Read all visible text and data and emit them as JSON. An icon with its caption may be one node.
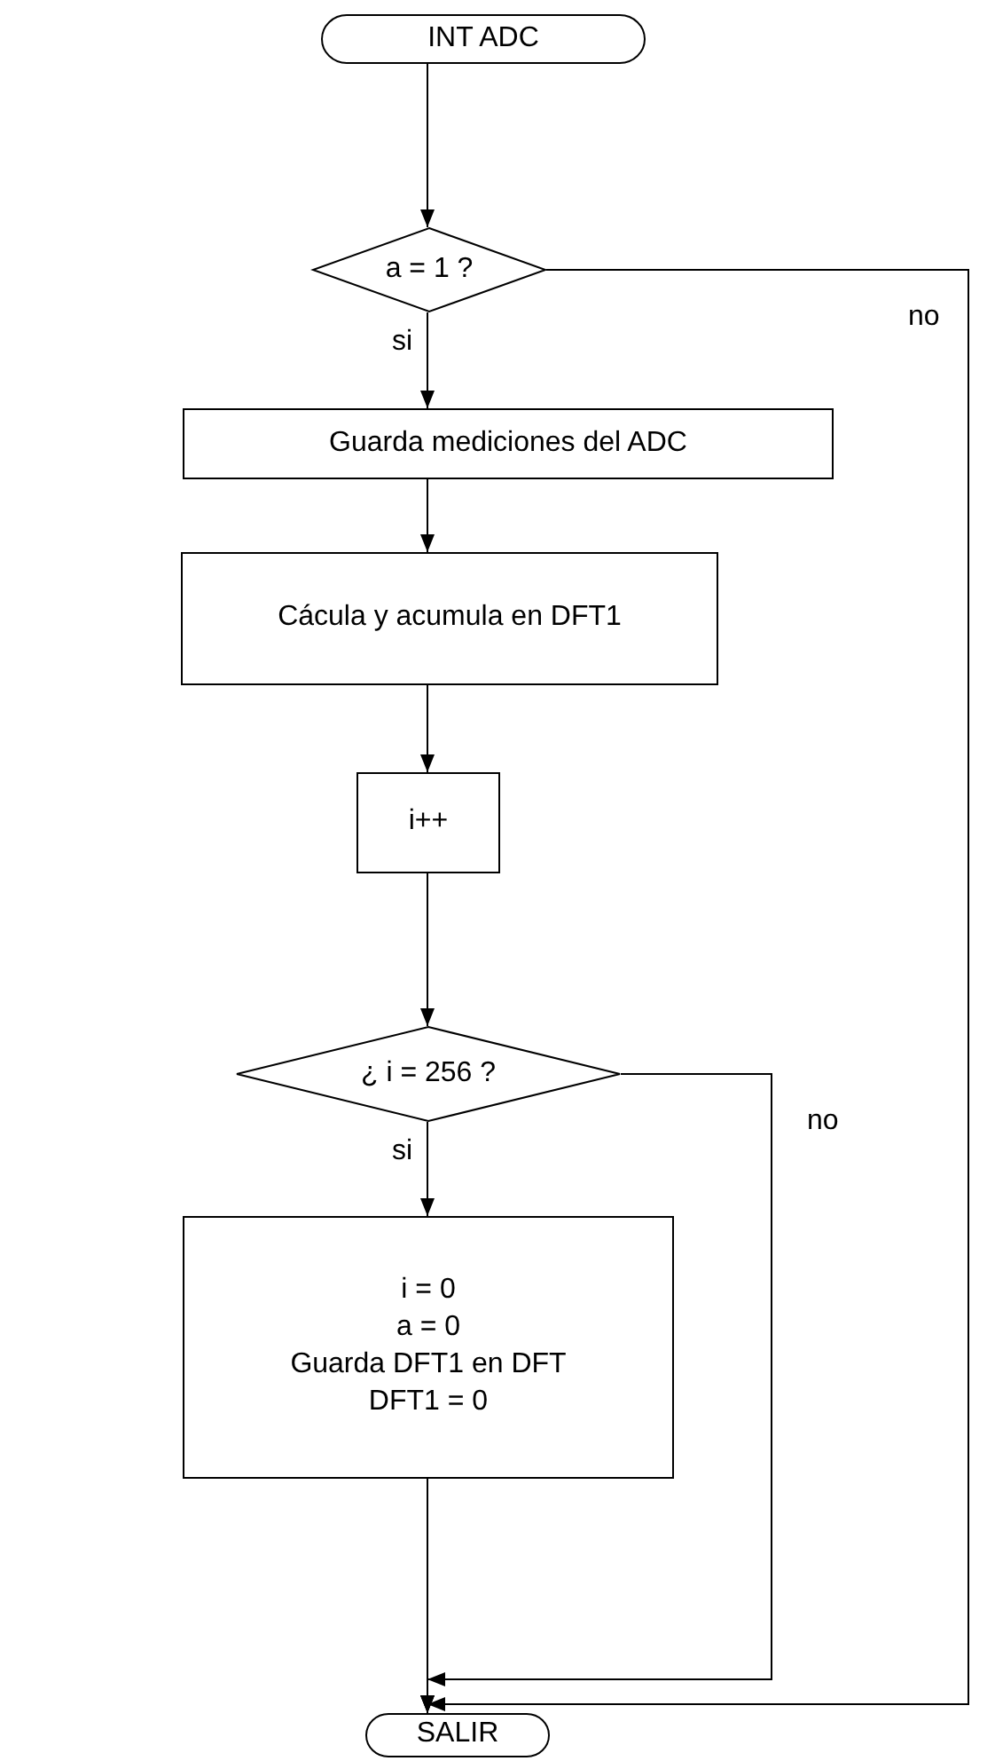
{
  "diagram": {
    "nodes": [
      {
        "text": [
          "INT ADC"
        ]
      },
      {
        "text": [
          "a = 1 ?"
        ]
      },
      {
        "text": [
          "Guarda mediciones del ADC"
        ]
      },
      {
        "text": [
          "Cácula y acumula en DFT1"
        ]
      },
      {
        "text": [
          "i++"
        ]
      },
      {
        "text": [
          "¿ i = 256 ?"
        ]
      },
      {
        "text": [
          "i = 0",
          "a = 0",
          "Guarda DFT1 en DFT",
          "DFT1 = 0"
        ]
      },
      {
        "text": [
          "SALIR"
        ]
      }
    ],
    "edges": [
      {
        "from": 0,
        "to": 1,
        "arrow": "to"
      },
      {
        "from": 1,
        "to": 2,
        "arrow": "to",
        "label": "si"
      },
      {
        "from": 2,
        "to": 3,
        "arrow": "to"
      },
      {
        "from": 3,
        "to": 4,
        "arrow": "to"
      },
      {
        "from": 4,
        "to": 5,
        "arrow": "to"
      },
      {
        "from": 5,
        "to": 6,
        "arrow": "to",
        "label": "si"
      },
      {
        "from": 6,
        "to": 7,
        "arrow": "to"
      },
      {
        "from": 5,
        "to": 7,
        "arrow": "to",
        "label": "no"
      },
      {
        "from": 1,
        "to": 7,
        "arrow": "to",
        "label": "no"
      }
    ]
  }
}
